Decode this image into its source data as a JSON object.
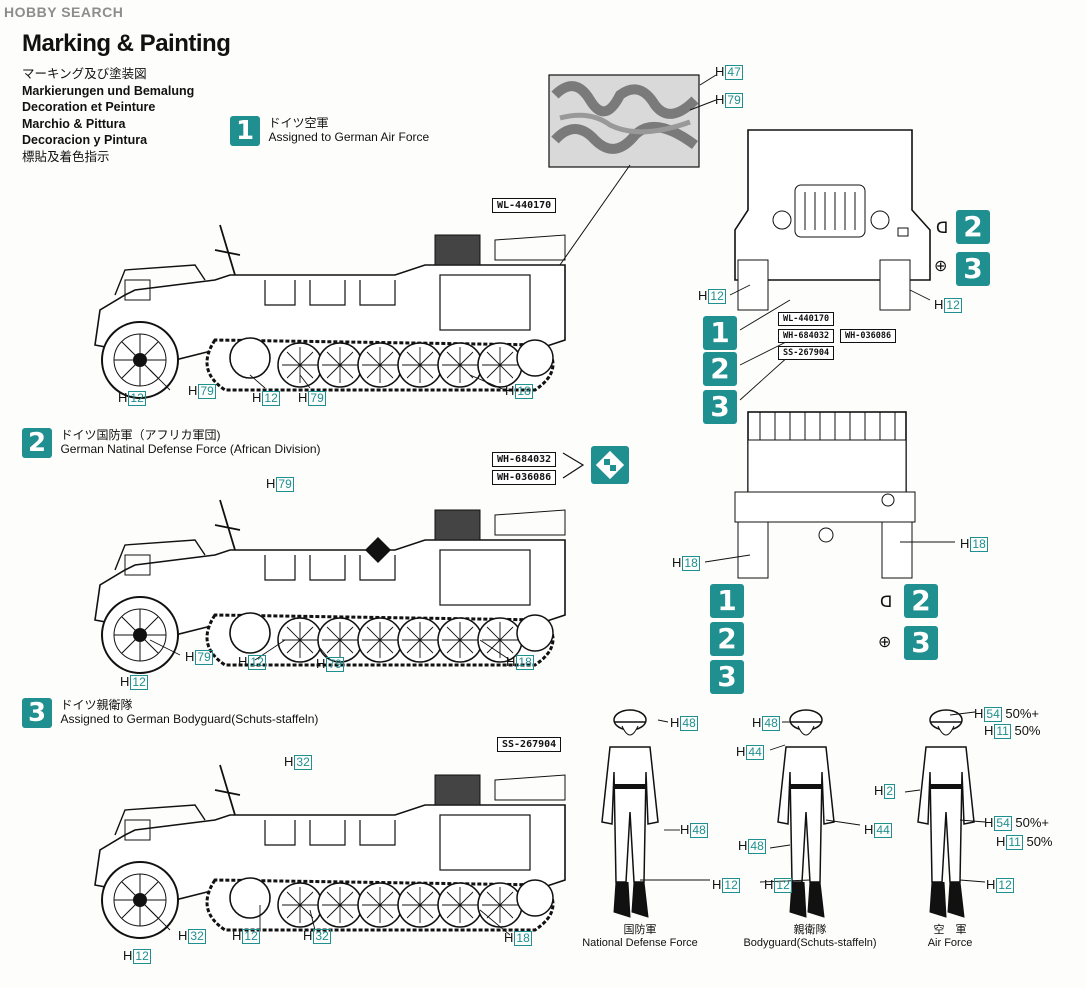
{
  "watermark": "HOBBY SEARCH",
  "title": "Marking & Painting",
  "subtitles": [
    "マーキング及び塗装図",
    "Markierungen und Bemalung",
    "Decoration et Peinture",
    "Marchio & Pittura",
    "Decoracion y Pintura",
    "標貼及着色指示"
  ],
  "sections": [
    {
      "num": "1",
      "jp": "ドイツ空軍",
      "en": "Assigned to German Air Force",
      "plate": "WL-440170"
    },
    {
      "num": "2",
      "jp": "ドイツ国防軍（アフリカ軍団)",
      "en": "German Natinal Defense Force (African Division)",
      "plate": "WH-684032",
      "plate2": "WH-036086"
    },
    {
      "num": "3",
      "jp": "ドイツ親衛隊",
      "en": "Assigned to German Bodyguard(Schuts-staffeln)",
      "plate": "SS-267904"
    }
  ],
  "colors": {
    "accent": "#1f8f8f"
  },
  "hlabels": {
    "h": "H",
    "n12": "12",
    "n79": "79",
    "n18": "18",
    "n32": "32",
    "n47": "47",
    "n48": "48",
    "n44": "44",
    "n54": "54",
    "n11": "11",
    "n2": "2"
  },
  "pct": {
    "p50plus": "50%+",
    "p50": "50%"
  },
  "front_plates": [
    "WL-440170",
    "WH-684032",
    "WH-036086",
    "SS-267904"
  ],
  "figures": [
    {
      "jp": "国防軍",
      "en": "National Defense Force"
    },
    {
      "jp": "親衛隊",
      "en": "Bodyguard(Schuts-staffeln)"
    },
    {
      "jp": "空　軍",
      "en": "Air Force"
    }
  ],
  "badge_nums": [
    "1",
    "2",
    "3"
  ]
}
